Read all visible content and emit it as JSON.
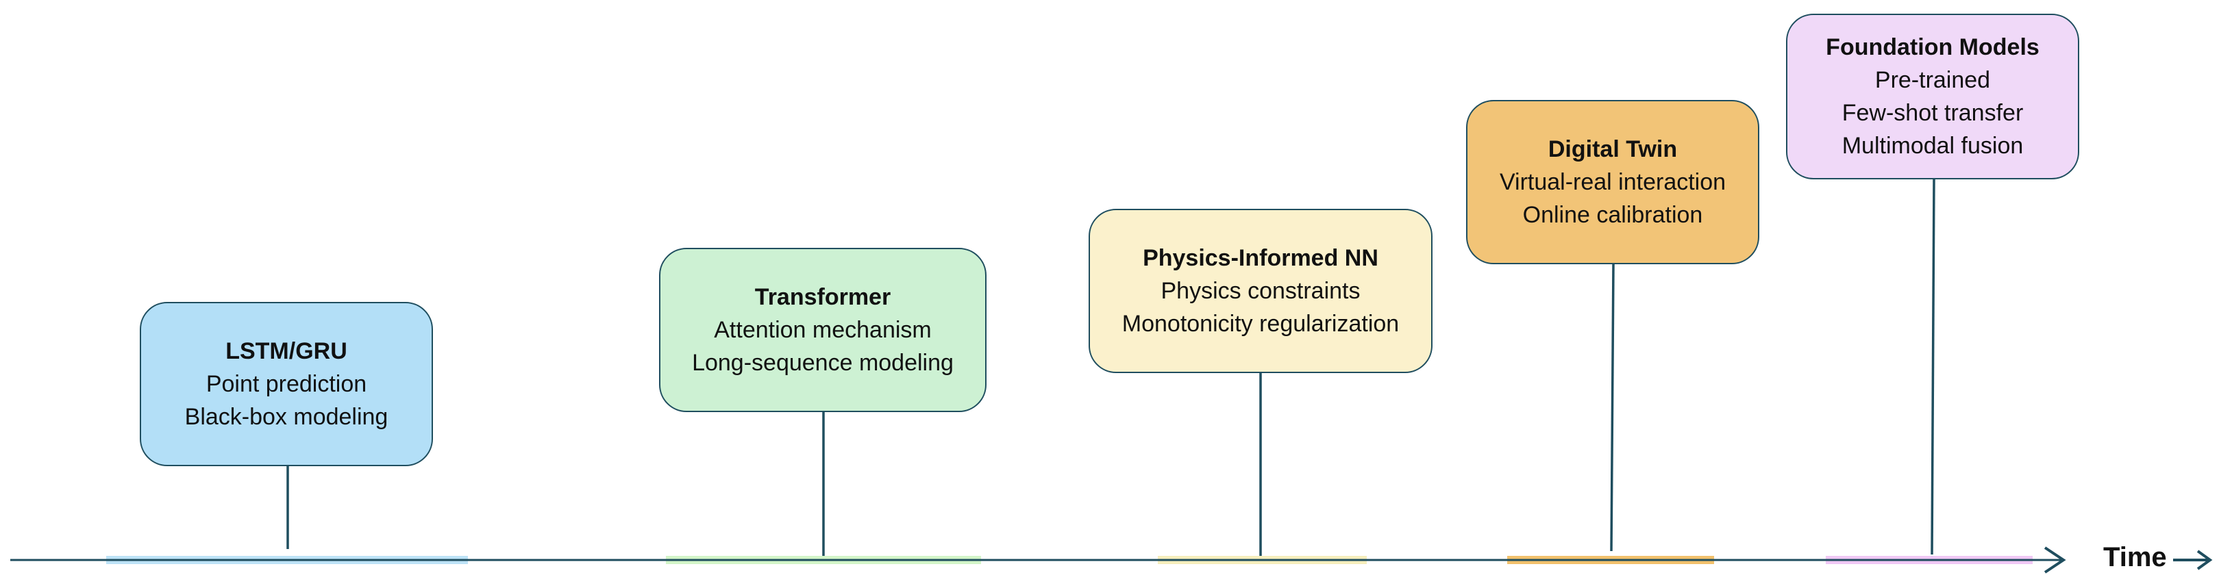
{
  "timeline": {
    "axis_label": "Time",
    "line_color": "#1f4e5f",
    "stages": [
      {
        "title": "LSTM/GRU",
        "lines": [
          "Point prediction",
          "Black-box modeling"
        ],
        "fill": "#b3dff7",
        "band": "#bde3f7"
      },
      {
        "title": "Transformer",
        "lines": [
          "Attention mechanism",
          "Long-sequence modeling"
        ],
        "fill": "#cdf1d3",
        "band": "#d3f5c8"
      },
      {
        "title": "Physics-Informed NN",
        "lines": [
          "Physics constraints",
          "Monotonicity regularization"
        ],
        "fill": "#fbf1cc",
        "band": "#f6eebc"
      },
      {
        "title": "Digital Twin",
        "lines": [
          "Virtual-real interaction",
          "Online calibration"
        ],
        "fill": "#f2c477",
        "band": "#f2c16c"
      },
      {
        "title": "Foundation Models",
        "lines": [
          "Pre-trained",
          "Few-shot transfer",
          "Multimodal fusion"
        ],
        "fill": "#f0d9f8",
        "band": "#f0c8f5"
      }
    ]
  }
}
